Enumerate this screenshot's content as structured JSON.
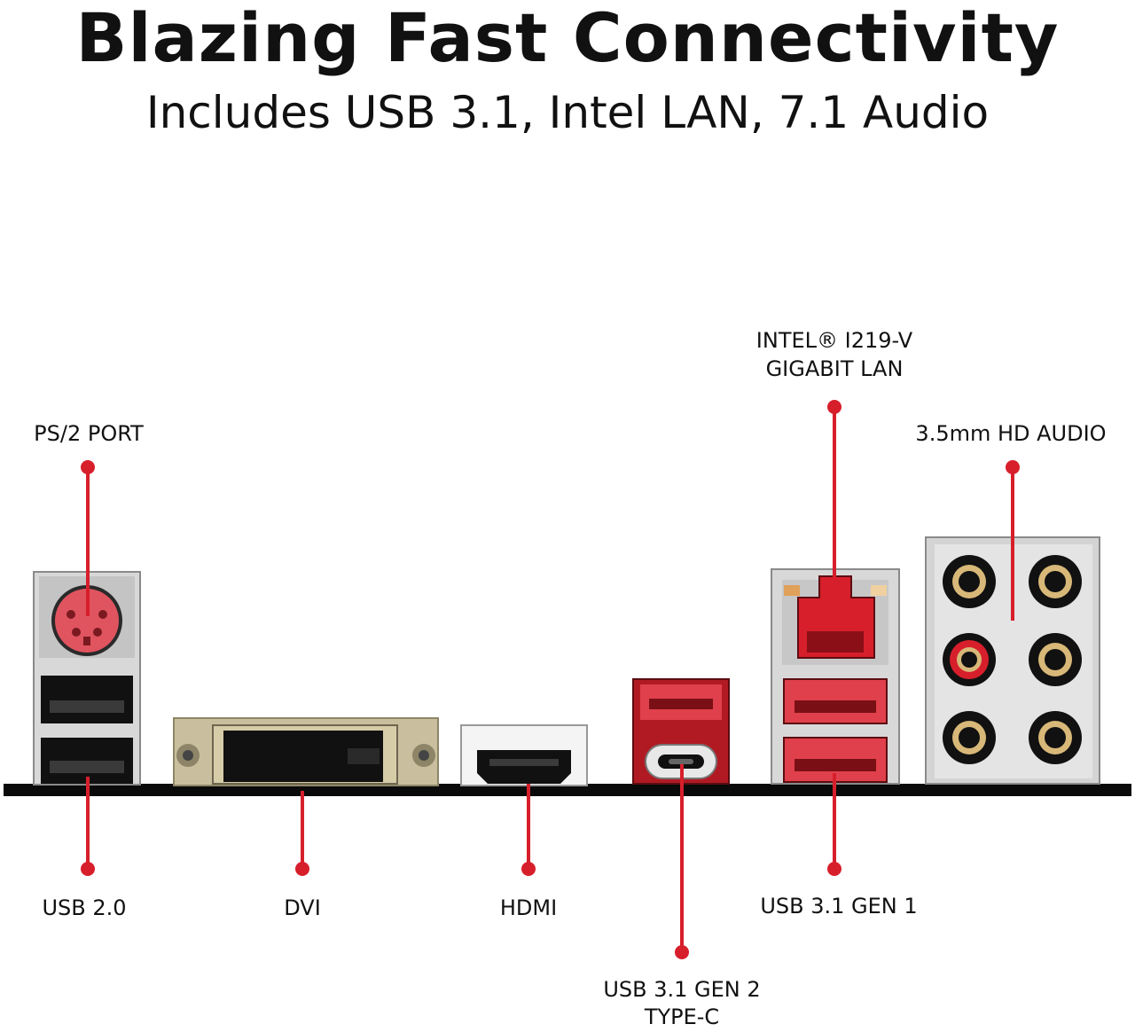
{
  "title": "Blazing Fast Connectivity",
  "subtitle": "Includes USB 3.1, Intel LAN, 7.1 Audio",
  "accent_color": "#d71f2b",
  "labels": {
    "ps2": "PS/2 PORT",
    "lan_line1": "INTEL® I219-V",
    "lan_line2": "GIGABIT LAN",
    "audio": "3.5mm HD AUDIO",
    "usb20": "USB 2.0",
    "dvi": "DVI",
    "hdmi": "HDMI",
    "usb31gen1": "USB 3.1 GEN 1",
    "typec_line1": "USB 3.1 GEN 2",
    "typec_line2": "TYPE-C"
  }
}
